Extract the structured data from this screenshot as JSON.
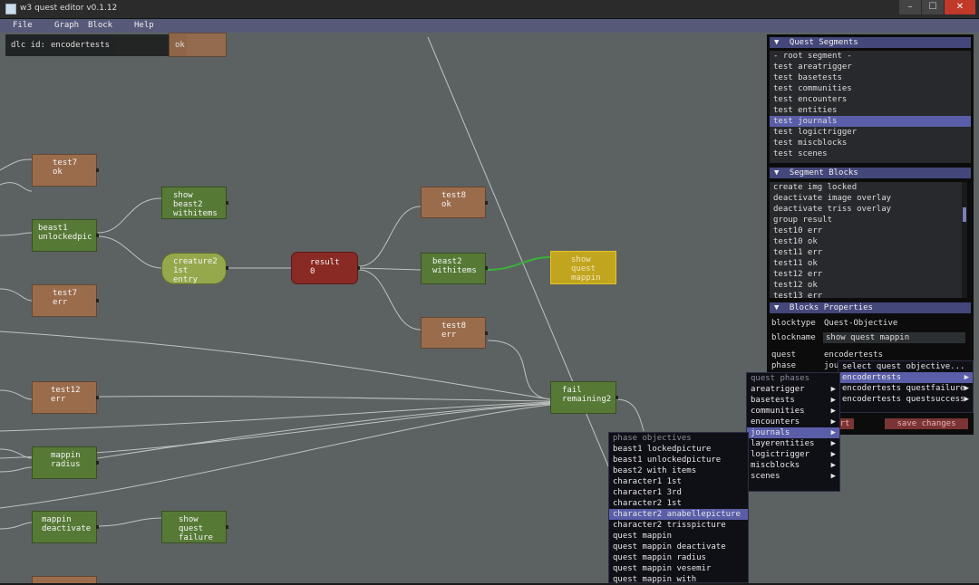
{
  "window": {
    "title": "w3 quest editor v0.1.12",
    "min": "–",
    "max": "☐",
    "close": "✕"
  },
  "menu": {
    "file": "File",
    "graph": "Graph",
    "block": "Block",
    "help": "Help"
  },
  "dlc": {
    "label": "dlc id:",
    "value": "encodertests"
  },
  "nodes": {
    "top": "ok",
    "test7ok": [
      "test7",
      "ok"
    ],
    "beast1": [
      "beast1",
      "unlockedpic"
    ],
    "showbeast2": [
      "show",
      "beast2",
      "withitems"
    ],
    "creature2": [
      "creature2",
      "1st",
      "entry"
    ],
    "result": [
      "result",
      "0"
    ],
    "test8ok": [
      "test8",
      "ok"
    ],
    "beast2": [
      "beast2",
      "withitems"
    ],
    "showquest": [
      "show",
      "quest",
      "mappin"
    ],
    "test7err": [
      "test7",
      "err"
    ],
    "test8err": [
      "test8",
      "err"
    ],
    "test12err": [
      "test12",
      "err"
    ],
    "fail": [
      "fail",
      "remaining2"
    ],
    "mappinradius": [
      "mappin",
      "radius"
    ],
    "mappindeact": [
      "mappin",
      "deactivate"
    ],
    "showfailure": [
      "show",
      "quest",
      "failure"
    ]
  },
  "quest_segments": {
    "title": "Quest Segments",
    "items": [
      "- root segment -",
      "test areatrigger",
      "test basetests",
      "test communities",
      "test encounters",
      "test entities",
      "test journals",
      "test logictrigger",
      "test miscblocks",
      "test scenes"
    ],
    "selected": 6
  },
  "segment_blocks": {
    "title": "Segment Blocks",
    "items": [
      "create img locked",
      "deactivate image overlay",
      "deactivate triss overlay",
      "group result",
      "test10 err",
      "test10 ok",
      "test11 err",
      "test11 ok",
      "test12 err",
      "test12 ok",
      "test13 err"
    ]
  },
  "block_props": {
    "title": "Blocks Properties",
    "blocktype_label": "blocktype",
    "blocktype_value": "Quest-Objective",
    "blockname_label": "blockname",
    "blockname_value": "show quest mappin",
    "quest_label": "quest",
    "quest_value": "encodertests",
    "phase_label": "phase",
    "phase_value": "jou",
    "btn_left": "rt",
    "btn_save": "save changes"
  },
  "objective_menu": {
    "items": [
      "select quest objective...",
      "encodertests",
      "encodertests questfailure",
      "encodertests questsuccess"
    ],
    "selected": 1
  },
  "phases_menu": {
    "header": "quest phases",
    "items": [
      "areatrigger",
      "basetests",
      "communities",
      "encounters",
      "journals",
      "layerentities",
      "logictrigger",
      "miscblocks",
      "scenes"
    ],
    "selected": 4
  },
  "objectives_menu": {
    "header": "phase objectives",
    "items": [
      "beast1 lockedpicture",
      "beast1 unlockedpicture",
      "beast2 with items",
      "character1 1st",
      "character1 3rd",
      "character2 1st",
      "character2 anabellepicture",
      "character2 trisspicture",
      "quest mappin",
      "quest mappin deactivate",
      "quest mappin radius",
      "quest mappin vesemir",
      "quest mappin with"
    ],
    "selected": 6
  },
  "colors": {
    "canvas": "#5c6261",
    "accent": "#5a5ea8",
    "header": "#44477a",
    "menubar": "#565a78"
  }
}
